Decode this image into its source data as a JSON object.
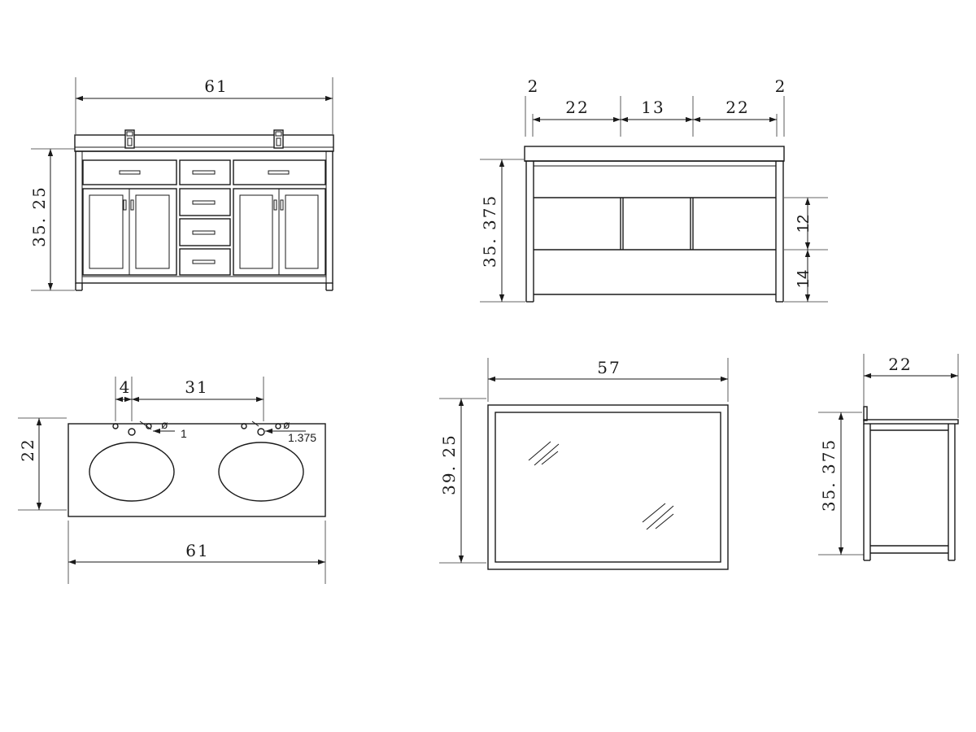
{
  "front_view": {
    "width_label": "61",
    "height_label": "35. 25"
  },
  "side_interior_view": {
    "left_margin_label": "2",
    "right_margin_label": "2",
    "left_bay_label": "22",
    "center_bay_label": "13",
    "right_bay_label": "22",
    "height_label": "35. 375",
    "upper_opening_label": "12",
    "lower_opening_label": "14"
  },
  "top_view": {
    "faucet_offset_label": "4",
    "sink_spacing_label": "31",
    "depth_label": "22",
    "width_label": "61",
    "hole_diameter_small_label": "1",
    "hole_diameter_large_label": "1.375"
  },
  "mirror_view": {
    "width_label": "57",
    "height_label": "39. 25"
  },
  "side_profile_view": {
    "depth_label": "22",
    "height_label": "35. 375"
  }
}
